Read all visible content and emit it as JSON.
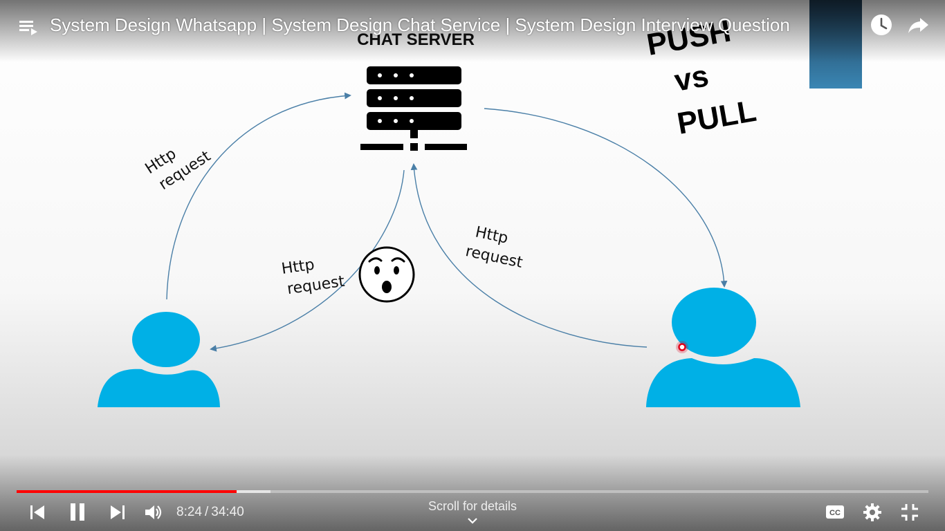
{
  "top_bar": {
    "title": "System Design Whatsapp | System Design Chat Service | System Design Interview Question",
    "playlist_icon": "playlist-icon",
    "watch_later_icon": "clock-icon",
    "share_icon": "share-arrow-icon"
  },
  "slide": {
    "server_label": "CHAT SERVER",
    "push_vs_pull": {
      "line1": "PUSH",
      "line2": "vs",
      "line3": "PULL"
    },
    "arrow_labels": {
      "left_upper": {
        "line1": "Http",
        "line2": "request"
      },
      "middle": {
        "line1": "Http",
        "line2": "request"
      },
      "right": {
        "line1": "Http",
        "line2": "request"
      }
    },
    "colors": {
      "user_blue": "#00B0E6",
      "arrow": "#4A7FA7",
      "thumbnail_top": "#1F3B52",
      "thumbnail_bottom": "#3A86B4",
      "cursor_red": "#E0001A"
    }
  },
  "controls": {
    "progress": {
      "played_fraction": 0.2414,
      "buffered_fraction": 0.2781
    },
    "current_time": "8:24",
    "separator": "/",
    "duration": "34:40",
    "scroll_for_details": "Scroll for details",
    "icons": {
      "previous": "skip-previous-icon",
      "pause": "pause-icon",
      "next": "skip-next-icon",
      "volume": "volume-icon",
      "captions": "closed-captions-icon",
      "settings": "gear-icon",
      "exit_fullscreen": "exit-fullscreen-icon",
      "scroll": "chevron-down-icon"
    },
    "colors": {
      "played": "#FF0000"
    }
  }
}
